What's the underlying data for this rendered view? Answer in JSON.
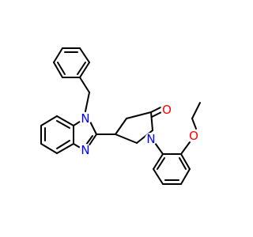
{
  "molecule": {
    "atoms": [
      {
        "id": "N_benzimidazole_1",
        "symbol": "N",
        "color": "#0000ff"
      },
      {
        "id": "N_benzimidazole_3",
        "symbol": "N",
        "color": "#0000ff"
      },
      {
        "id": "N_pyrrolidinone",
        "symbol": "N",
        "color": "#0000ff"
      },
      {
        "id": "O_carbonyl",
        "symbol": "O",
        "color": "#ff0000"
      },
      {
        "id": "O_ethoxy",
        "symbol": "O",
        "color": "#ff0000"
      }
    ],
    "colors": {
      "nitrogen": "#0000ff",
      "oxygen": "#ff0000",
      "bond": "#000000",
      "background": "#ffffff"
    }
  }
}
